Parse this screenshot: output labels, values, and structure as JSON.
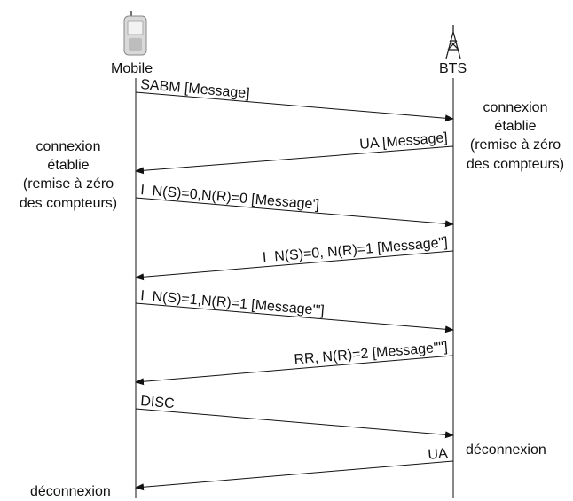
{
  "actors": {
    "mobile": {
      "label": "Mobile",
      "icon": "mobile-phone-icon"
    },
    "bts": {
      "label": "BTS",
      "icon": "antenna-tower-icon"
    }
  },
  "messages": [
    {
      "label": "SABM [Message]",
      "from": "mobile",
      "to": "bts"
    },
    {
      "label": "UA [Message]",
      "from": "bts",
      "to": "mobile"
    },
    {
      "label": "I  N(S)=0,N(R)=0 [Message']",
      "from": "mobile",
      "to": "bts"
    },
    {
      "label": "I  N(S)=0, N(R)=1 [Message\"]",
      "from": "bts",
      "to": "mobile"
    },
    {
      "label": "I  N(S)=1,N(R)=1 [Message'\"]",
      "from": "mobile",
      "to": "bts"
    },
    {
      "label": "RR, N(R)=2 [Message\"\"]",
      "from": "bts",
      "to": "mobile"
    },
    {
      "label": "DISC",
      "from": "mobile",
      "to": "bts"
    },
    {
      "label": "UA",
      "from": "bts",
      "to": "mobile"
    }
  ],
  "notes": {
    "bts_established": [
      "connexion",
      "établie",
      "(remise à zéro",
      "des compteurs)"
    ],
    "mobile_established": [
      "connexion",
      "établie",
      "(remise à zéro",
      "des compteurs)"
    ],
    "bts_disconnect": [
      "déconnexion"
    ],
    "mobile_disconnect": [
      "déconnexion"
    ]
  },
  "colors": {
    "line": "#111111",
    "phone": "#c8c8c8",
    "background": "#ffffff"
  }
}
